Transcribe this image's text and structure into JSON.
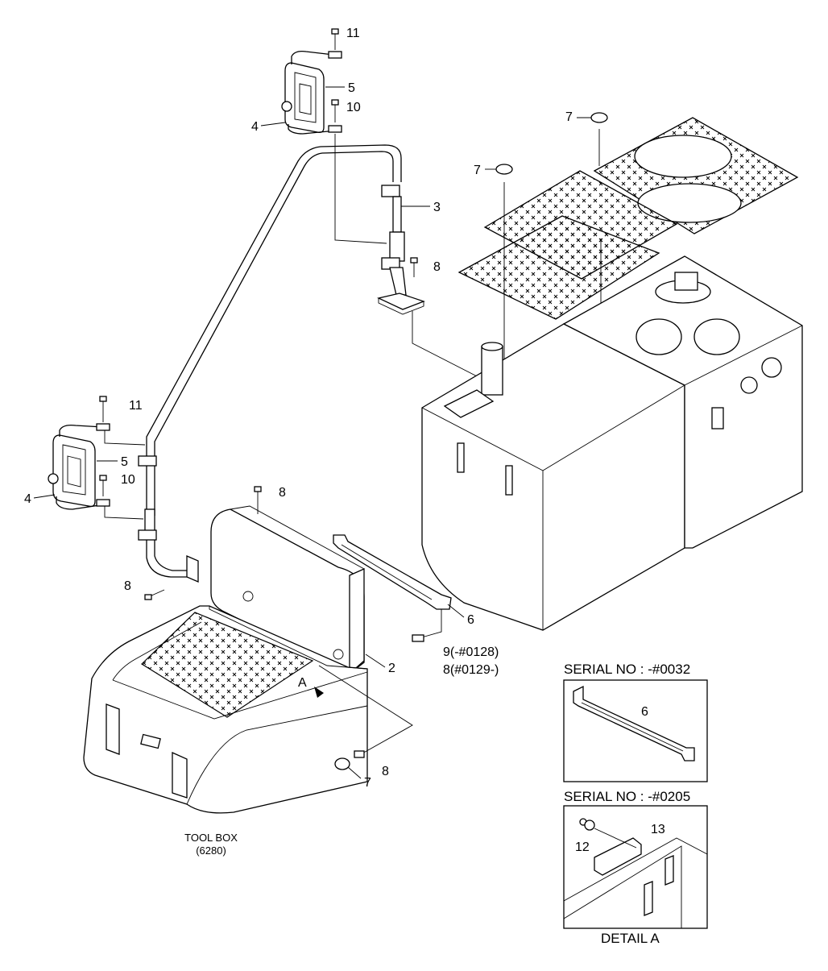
{
  "callouts": {
    "c11_top": "11",
    "c5_top": "5",
    "c10_top": "10",
    "c4_top": "4",
    "c3": "3",
    "c8_stand": "8",
    "c7_top1": "7",
    "c7_top2": "7",
    "c11_left": "11",
    "c5_left": "5",
    "c10_left": "10",
    "c4_left": "4",
    "c8_seat": "8",
    "c8_pipe": "8",
    "c6": "6",
    "c9": "9(-#0128)",
    "c8_alt": "8(#0129-)",
    "c2": "2",
    "c_a": "A",
    "c8_bottom": "8",
    "c7_bottom": "7"
  },
  "toolbox": {
    "line1": "TOOL BOX",
    "line2": "(6280)"
  },
  "inset1": {
    "title": "SERIAL NO : -#0032",
    "part": "6"
  },
  "inset2": {
    "title": "SERIAL NO : -#0205",
    "part12": "12",
    "part13": "13",
    "caption": "DETAIL A"
  }
}
